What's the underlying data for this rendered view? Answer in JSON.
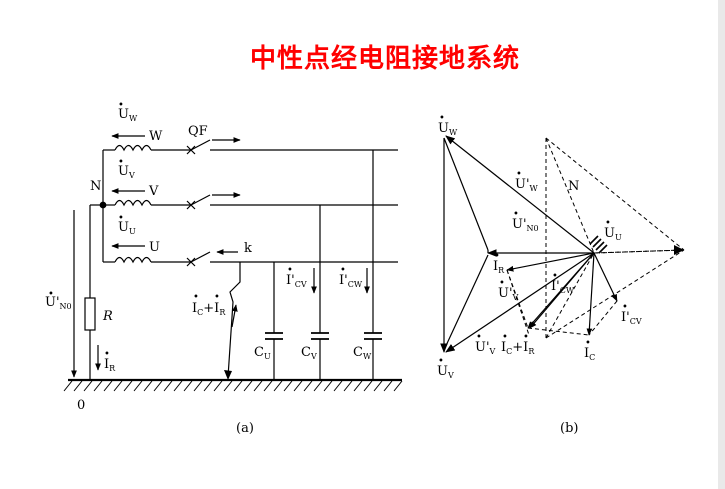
{
  "title": "中性点经电阻接地系统",
  "colors": {
    "title": "#ff0000",
    "line": "#000000",
    "background": "#ffffff"
  },
  "diagram_a": {
    "caption": "(a)",
    "labels": {
      "uw": "U",
      "uw_sub": "W",
      "uv": "U",
      "uv_sub": "V",
      "uu": "U",
      "uu_sub": "U",
      "phase_w": "W",
      "phase_v": "V",
      "phase_u": "U",
      "neutral": "N",
      "breaker": "QF",
      "fault_point": "k",
      "un0": "U'",
      "un0_sub": "N0",
      "resistor": "R",
      "ir": "I",
      "ir_sub": "R",
      "ic": "I",
      "ic_sub": "C",
      "plus": "+",
      "ir2": "I",
      "ir2_sub": "R",
      "icv": "I'",
      "icv_sub": "CV",
      "icw": "I'",
      "icw_sub": "CW",
      "cu": "C",
      "cu_sub": "U",
      "cv": "C",
      "cv_sub": "V",
      "cw": "C",
      "cw_sub": "W",
      "ground_zero": "0"
    }
  },
  "diagram_b": {
    "caption": "(b)",
    "labels": {
      "uw": "U",
      "uw_sub": "W",
      "uprime_w": "U'",
      "uprime_w_sub": "W",
      "n": "N",
      "uprime_n0": "U'",
      "uprime_n0_sub": "N0",
      "uu": "U",
      "uu_sub": "U",
      "ir": "I",
      "ir_sub": "R",
      "uprime_v": "U'",
      "uprime_v_sub": "V",
      "iprime_cw": "I'",
      "iprime_cw_sub": "CW",
      "iprime_cv": "I'",
      "iprime_cv_sub": "CV",
      "uv_bottom": "U'",
      "uv_bottom_sub": "V",
      "ic_ir_1": "I",
      "ic_ir_1_sub": "C",
      "plus": "+",
      "ic_ir_2": "I",
      "ic_ir_2_sub": "R",
      "ic": "I",
      "ic_sub": "C",
      "uv": "U",
      "uv_sub": "V"
    }
  }
}
